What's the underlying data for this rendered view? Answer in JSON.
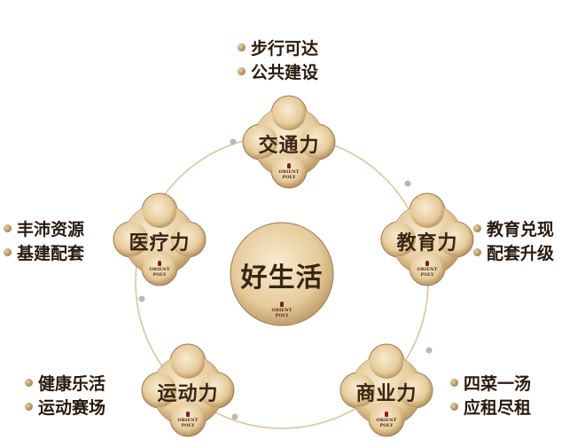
{
  "colors": {
    "gold_light": "#f6e6c6",
    "gold_mid": "#e3c796",
    "gold_dark": "#b08a56",
    "ring": "#dcc59c",
    "text": "#2a1a0e",
    "logo_red": "#8b1a1a"
  },
  "center": {
    "title": "好生活",
    "logo_line1": "ORIENT",
    "logo_line2": "POLY"
  },
  "nodes": [
    {
      "id": "traffic",
      "title": "交通力",
      "logo_line1": "ORIENT",
      "logo_line2": "POLY",
      "bullets": [
        "步行可达",
        "公共建设"
      ]
    },
    {
      "id": "education",
      "title": "教育力",
      "logo_line1": "ORIENT",
      "logo_line2": "POLY",
      "bullets": [
        "教育兑现",
        "配套升级"
      ]
    },
    {
      "id": "commerce",
      "title": "商业力",
      "logo_line1": "ORIENT",
      "logo_line2": "POLY",
      "bullets": [
        "四菜一汤",
        "应租尽租"
      ]
    },
    {
      "id": "sports",
      "title": "运动力",
      "logo_line1": "ORIENT",
      "logo_line2": "POLY",
      "bullets": [
        "健康乐活",
        "运动赛场"
      ]
    },
    {
      "id": "medical",
      "title": "医疗力",
      "logo_line1": "ORIENT",
      "logo_line2": "POLY",
      "bullets": [
        "丰沛资源",
        "基建配套"
      ]
    }
  ]
}
